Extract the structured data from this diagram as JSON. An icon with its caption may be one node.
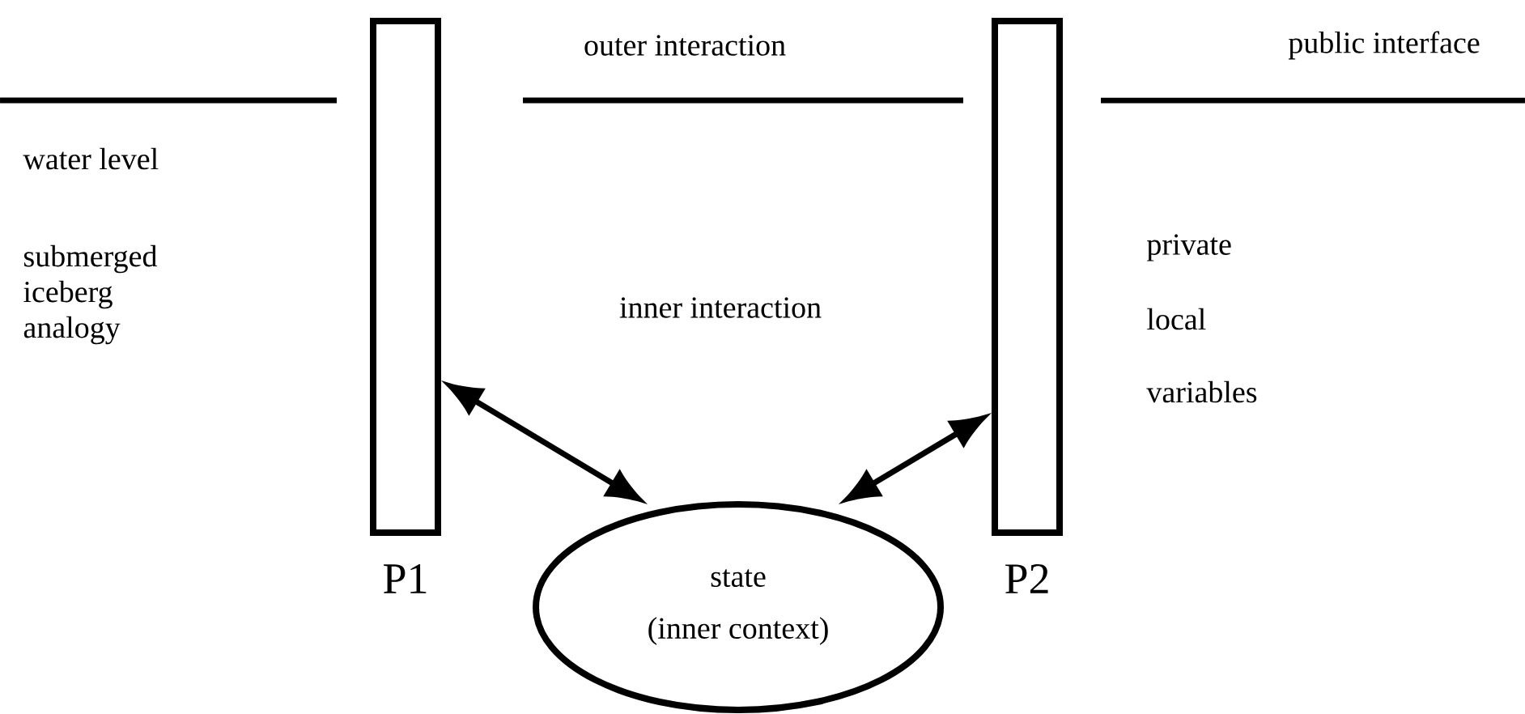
{
  "diagram": {
    "nodes": [
      {
        "text": [],
        "shape": "box",
        "beside": [
          "P1"
        ]
      },
      {
        "text": [],
        "shape": "box",
        "beside": [
          "P2"
        ]
      },
      {
        "text": [
          "state",
          "(inner context)"
        ]
      }
    ],
    "edges": [
      {
        "from": 0,
        "to": 2,
        "arrow": "both"
      },
      {
        "from": 1,
        "to": 2,
        "arrow": "both"
      }
    ],
    "labels": [
      "outer interaction",
      "public interface",
      "water level",
      "submerged iceberg analogy",
      "inner interaction",
      "private",
      "local",
      "variables"
    ]
  }
}
